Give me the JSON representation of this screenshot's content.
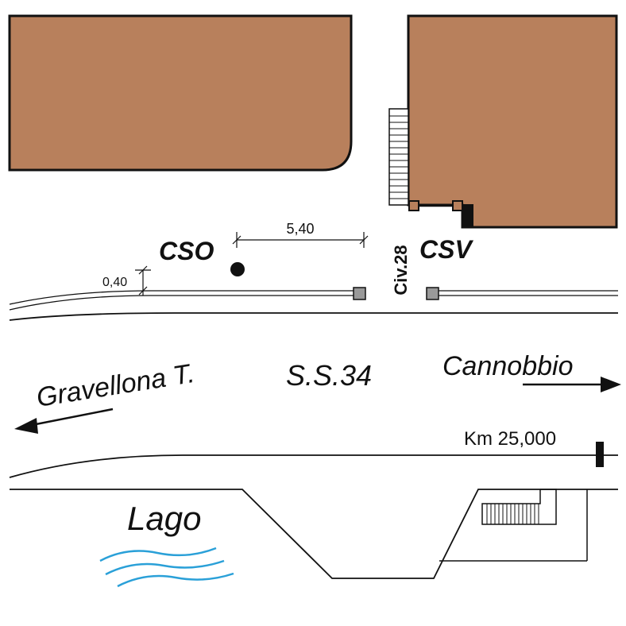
{
  "labels": {
    "cso": "CSO",
    "csv": "CSV",
    "civ": "Civ.28",
    "dim_long": "5,40",
    "dim_short": "0,40",
    "road": "S.S.34",
    "dir_west": "Gravellona T.",
    "dir_east": "Cannobbio",
    "km": "Km 25,000",
    "lake": "Lago"
  },
  "colors": {
    "building": "#b8805c",
    "water": "#2aa0d8",
    "pole": "#999999",
    "ink": "#111111"
  },
  "icons": {
    "water": "water-waves-icon",
    "arrow_west": "arrow-left-icon",
    "arrow_east": "arrow-right-icon"
  }
}
